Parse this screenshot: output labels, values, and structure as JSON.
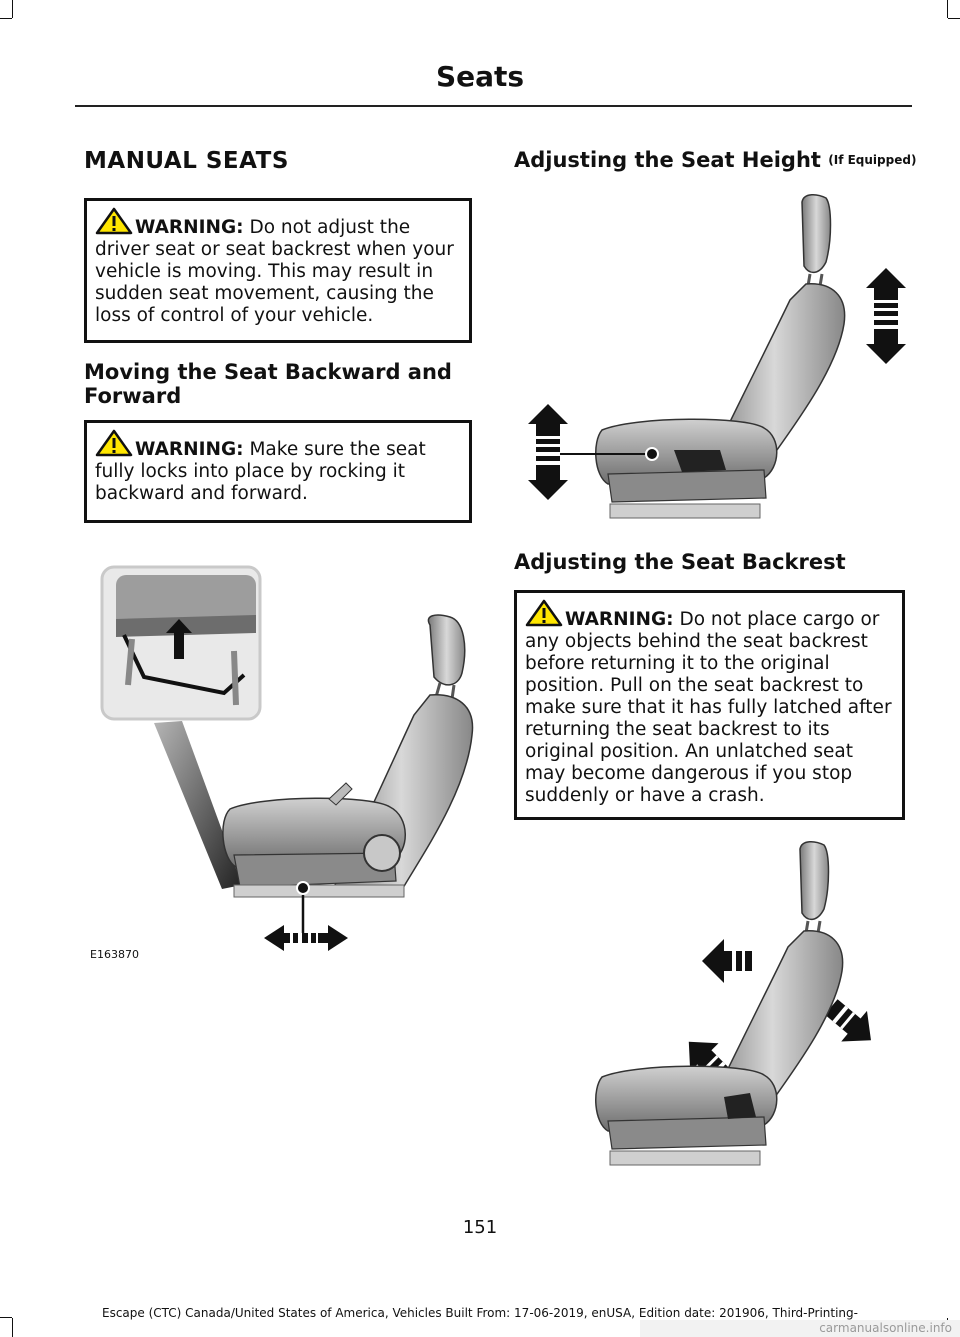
{
  "header": {
    "title": "Seats"
  },
  "left": {
    "section_title": "MANUAL SEATS",
    "warning1": {
      "label": "WARNING:",
      "text": "Do not adjust the driver seat or seat backrest when your vehicle is moving. This may result in sudden seat movement, causing the loss of control of your vehicle."
    },
    "subsection_title": "Moving the Seat Backward and Forward",
    "warning2": {
      "label": "WARNING:",
      "text": "Make sure the seat fully locks into place by rocking it backward and forward."
    },
    "figure_code": "E163870"
  },
  "right": {
    "height_title": "Adjusting the Seat Height",
    "height_note": "(If Equipped)",
    "backrest_title": "Adjusting the Seat Backrest",
    "warning3": {
      "label": "WARNING:",
      "text": "Do not place cargo or any objects behind the seat backrest before returning it to the original position. Pull on the seat backrest to make sure that it has fully latched after returning the seat backrest to its original position. An unlatched seat may become dangerous if you stop suddenly or have a crash."
    }
  },
  "page_number": "151",
  "footer": "Escape (CTC) Canada/United States of America, Vehicles Built From: 17-06-2019, enUSA, Edition date: 201906, Third-Printing-",
  "watermark": "carmanualsonline.info",
  "icons": [
    "warning-triangle-icon",
    "seat-illustration"
  ]
}
